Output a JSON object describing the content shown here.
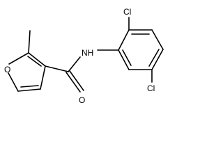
{
  "molecule": {
    "atoms": {
      "oxygen_ring": "O",
      "oxygen_carbonyl": "O",
      "nitrogen_amide": "NH",
      "chlorine_2": "Cl",
      "chlorine_5": "Cl"
    }
  }
}
